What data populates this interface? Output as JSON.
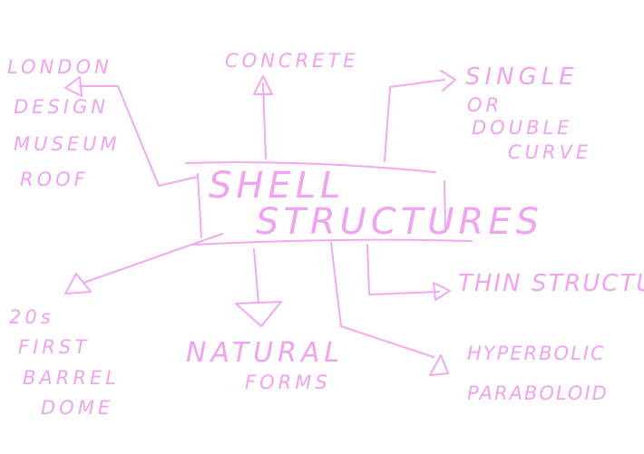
{
  "central": {
    "line1": "SHELL",
    "line2": "STRUCTURES"
  },
  "branches": {
    "concrete": "CONCRETE",
    "london": [
      "LONDON",
      "DESIGN",
      "MUSEUM",
      "ROOF"
    ],
    "curve": [
      "SINGLE",
      "OR",
      "DOUBLE",
      "CURVE"
    ],
    "thin": "THIN STRUCTURE",
    "hyperbolic": [
      "HYPERBOLIC",
      "PARABOLOID"
    ],
    "natural": [
      "NATURAL",
      "FORMS"
    ],
    "barrel": [
      "20s",
      "FIRST",
      "BARREL",
      "DOME"
    ]
  },
  "ink_color": "#f0a3f0"
}
